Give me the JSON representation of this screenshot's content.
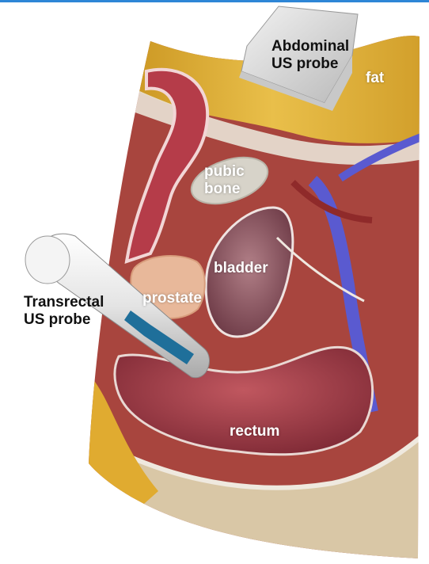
{
  "colors": {
    "top_rule": "#2e86d6",
    "fat": "#e2b23a",
    "muscle": "#a8453e",
    "bladder": "#8e5661",
    "prostate": "#e8b89a",
    "rectum": "#a83d4a",
    "bone": "#d7d3c9",
    "vein": "#5a5ad0",
    "probe": "#e6e6e6",
    "transducer_stripe": "#1f6f9a"
  },
  "labels": {
    "abdominal_probe": "Abdominal\nUS probe",
    "fat": "fat",
    "pubic_bone": "pubic\nbone",
    "bladder": "bladder",
    "prostate": "prostate",
    "transrectal_probe": "Transrectal\nUS probe",
    "rectum": "rectum"
  }
}
